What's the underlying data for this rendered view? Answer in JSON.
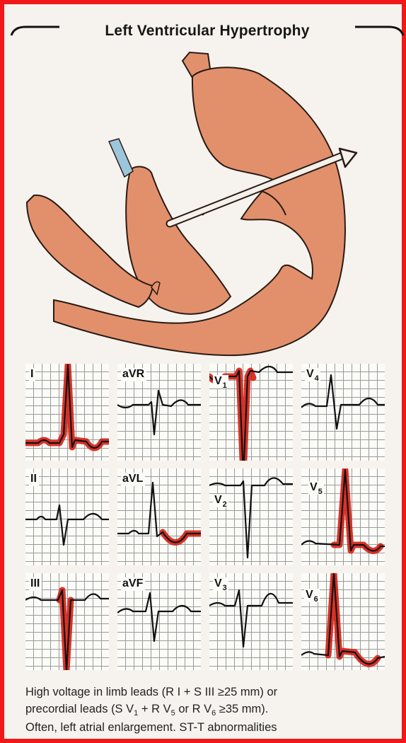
{
  "title": "Left Ventricular Hypertrophy",
  "leads": [
    {
      "id": "I",
      "label": "I",
      "sub": ""
    },
    {
      "id": "aVR",
      "label": "aVR",
      "sub": ""
    },
    {
      "id": "V1",
      "label": "V",
      "sub": "1"
    },
    {
      "id": "V4",
      "label": "V",
      "sub": "4"
    },
    {
      "id": "II",
      "label": "II",
      "sub": ""
    },
    {
      "id": "aVL",
      "label": "aVL",
      "sub": ""
    },
    {
      "id": "V2",
      "label": "V",
      "sub": "2"
    },
    {
      "id": "V5",
      "label": "V",
      "sub": "5"
    },
    {
      "id": "III",
      "label": "III",
      "sub": ""
    },
    {
      "id": "aVF",
      "label": "aVF",
      "sub": ""
    },
    {
      "id": "V3",
      "label": "V",
      "sub": "3"
    },
    {
      "id": "V6",
      "label": "V",
      "sub": "6"
    }
  ],
  "caption": {
    "line1_a": "High voltage in limb leads (R I + S III ≥25 mm) or",
    "line2_a": "precordial leads (S V",
    "line2_sub1": "1",
    "line2_b": " + R V",
    "line2_sub2": "5",
    "line2_c": " or R V",
    "line2_sub3": "6",
    "line2_d": " ≥35 mm).",
    "line3": "Often, left atrial enlargement. ST-T abnormalities"
  },
  "colors": {
    "frame": "#f01818",
    "heart_fill": "#e2906c",
    "heart_outline": "#2a1a14",
    "vessel_blue": "#9cc6dc",
    "highlight": "#d61e12",
    "trace": "#111111"
  }
}
